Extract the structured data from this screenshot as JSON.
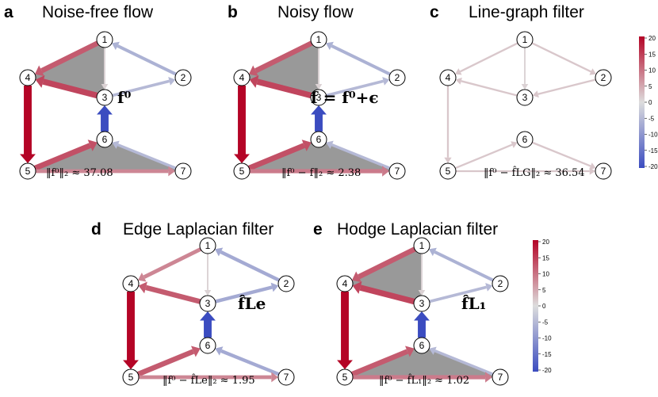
{
  "panels": [
    {
      "letter": "a",
      "title": "Noise-free flow",
      "formula": "f⁰",
      "norm": "‖f⁰‖₂ ≈ 37.08",
      "triangles": [
        "upper",
        "lower"
      ],
      "edges": [
        {
          "from": "1",
          "to": "4",
          "value": 12
        },
        {
          "from": "1",
          "to": "3",
          "value": 1
        },
        {
          "from": "1",
          "to": "2",
          "value": -6
        },
        {
          "from": "3",
          "to": "4",
          "value": 14
        },
        {
          "from": "2",
          "to": "3",
          "value": -5
        },
        {
          "from": "4",
          "to": "5",
          "value": 20
        },
        {
          "from": "3",
          "to": "6",
          "value": -20
        },
        {
          "from": "5",
          "to": "6",
          "value": 13
        },
        {
          "from": "6",
          "to": "7",
          "value": -5
        },
        {
          "from": "5",
          "to": "7",
          "value": 8
        }
      ]
    },
    {
      "letter": "b",
      "title": "Noisy flow",
      "formula": "f = f⁰+ϵ",
      "norm": "‖f⁰ − f‖₂ ≈ 2.38",
      "triangles": [
        "upper",
        "lower"
      ],
      "edges": [
        {
          "from": "1",
          "to": "4",
          "value": 12
        },
        {
          "from": "1",
          "to": "3",
          "value": 1
        },
        {
          "from": "1",
          "to": "2",
          "value": -6
        },
        {
          "from": "3",
          "to": "4",
          "value": 14
        },
        {
          "from": "2",
          "to": "3",
          "value": -5
        },
        {
          "from": "4",
          "to": "5",
          "value": 20
        },
        {
          "from": "3",
          "to": "6",
          "value": -20
        },
        {
          "from": "5",
          "to": "6",
          "value": 13
        },
        {
          "from": "6",
          "to": "7",
          "value": -5
        },
        {
          "from": "5",
          "to": "7",
          "value": 9
        }
      ]
    },
    {
      "letter": "c",
      "title": "Line-graph filter",
      "formula": "",
      "norm": "‖f⁰ − f̂LG‖₂ ≈ 36.54",
      "triangles": [],
      "edges": [
        {
          "from": "1",
          "to": "4",
          "value": 2
        },
        {
          "from": "1",
          "to": "3",
          "value": 1
        },
        {
          "from": "1",
          "to": "2",
          "value": 2
        },
        {
          "from": "3",
          "to": "4",
          "value": 2
        },
        {
          "from": "2",
          "to": "3",
          "value": 2
        },
        {
          "from": "4",
          "to": "5",
          "value": 2
        },
        {
          "from": "5",
          "to": "6",
          "value": 2
        },
        {
          "from": "6",
          "to": "7",
          "value": 2
        },
        {
          "from": "5",
          "to": "7",
          "value": 2
        }
      ]
    },
    {
      "letter": "d",
      "title": "Edge Laplacian filter",
      "formula": "f̂Le",
      "norm": "‖f⁰ − f̂Le‖₂ ≈ 1.95",
      "triangles": [],
      "edges": [
        {
          "from": "1",
          "to": "4",
          "value": 8
        },
        {
          "from": "1",
          "to": "3",
          "value": 1
        },
        {
          "from": "1",
          "to": "2",
          "value": -7
        },
        {
          "from": "3",
          "to": "4",
          "value": 12
        },
        {
          "from": "2",
          "to": "3",
          "value": -7
        },
        {
          "from": "4",
          "to": "5",
          "value": 20
        },
        {
          "from": "3",
          "to": "6",
          "value": -20
        },
        {
          "from": "5",
          "to": "6",
          "value": 12
        },
        {
          "from": "6",
          "to": "7",
          "value": -7
        },
        {
          "from": "5",
          "to": "7",
          "value": 8
        }
      ]
    },
    {
      "letter": "e",
      "title": "Hodge Laplacian filter",
      "formula": "f̂L₁",
      "norm": "‖f⁰ − f̂L₁‖₂ ≈ 1.02",
      "triangles": [
        "upper",
        "lower"
      ],
      "edges": [
        {
          "from": "1",
          "to": "4",
          "value": 12
        },
        {
          "from": "1",
          "to": "3",
          "value": 1
        },
        {
          "from": "1",
          "to": "2",
          "value": -6
        },
        {
          "from": "3",
          "to": "4",
          "value": 14
        },
        {
          "from": "2",
          "to": "3",
          "value": -5
        },
        {
          "from": "4",
          "to": "5",
          "value": 20
        },
        {
          "from": "3",
          "to": "6",
          "value": -20
        },
        {
          "from": "5",
          "to": "6",
          "value": 12
        },
        {
          "from": "6",
          "to": "7",
          "value": -5
        },
        {
          "from": "5",
          "to": "7",
          "value": 9
        }
      ]
    }
  ],
  "colorbar": {
    "ticks": [
      "20",
      "15",
      "10",
      "5",
      "0",
      "-5",
      "-10",
      "-15",
      "-20"
    ],
    "min": -20,
    "max": 20,
    "colors": [
      "#3b4cc0",
      "#dddddd",
      "#b40426"
    ]
  }
}
